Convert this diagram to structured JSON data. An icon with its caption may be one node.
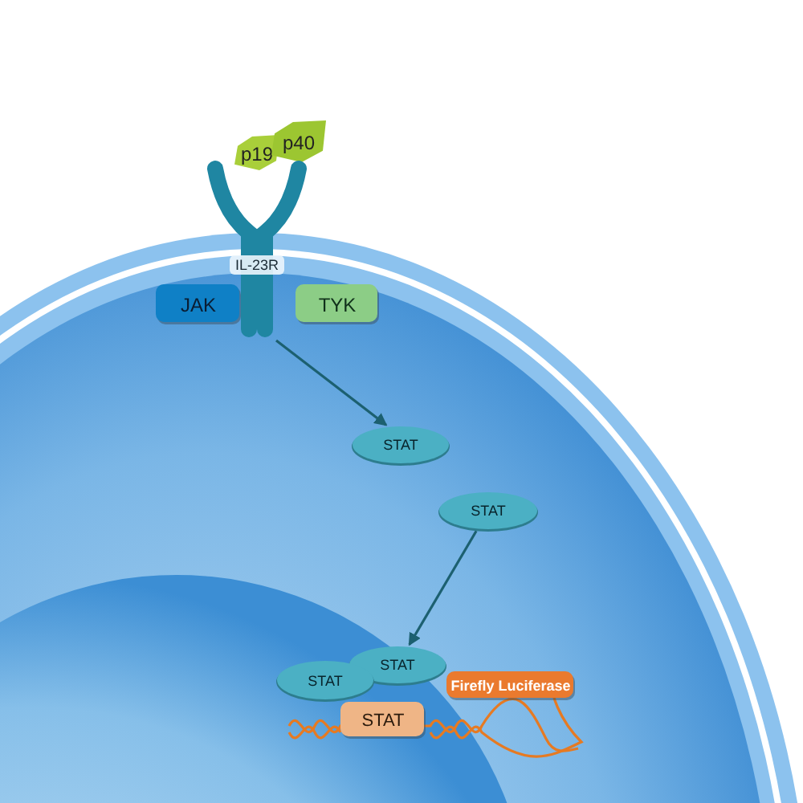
{
  "diagram": {
    "nodes": [
      {
        "text": [
          "p19"
        ]
      },
      {
        "text": [
          "p40"
        ]
      },
      {
        "text": [
          "IL-23R"
        ]
      },
      {
        "text": [
          "JAK"
        ]
      },
      {
        "text": [
          "TYK"
        ]
      },
      {
        "text": [
          "STAT"
        ]
      },
      {
        "text": [
          "STAT"
        ]
      },
      {
        "text": [
          "STAT"
        ]
      },
      {
        "text": [
          "STAT"
        ]
      },
      {
        "text": [
          "Firefly Luciferase"
        ]
      },
      {
        "text": [
          "STAT"
        ]
      }
    ],
    "edges": [
      {
        "from": 2,
        "to": 5,
        "arrow": "to"
      },
      {
        "from": 6,
        "to": 7,
        "arrow": "to"
      }
    ]
  }
}
